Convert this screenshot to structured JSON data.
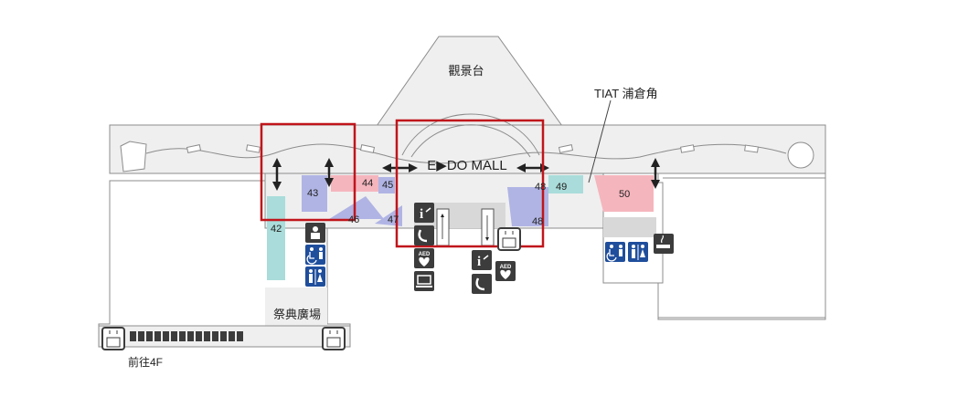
{
  "labels": {
    "observation_deck": "觀景台",
    "tiat": "TIAT 浦倉角",
    "edo_mall": "E▶DO MALL",
    "festival_plaza": "祭典廣場",
    "to_4f": "前往4F"
  },
  "gates": {
    "g42": "42",
    "g43": "43",
    "g44": "44",
    "g45": "45",
    "g46": "46",
    "g47": "47",
    "g48a": "48",
    "g48b": "48",
    "g49": "49",
    "g50": "50"
  },
  "icons": {
    "aed": "AED",
    "info": "i"
  },
  "colors": {
    "floor": "#efefef",
    "outline": "#8c8c8c",
    "teal": "#a9dcda",
    "lavender": "#b0b4e4",
    "pink": "#f5b5bd",
    "highlight": "#c0151b",
    "icon_dark": "#3c3c3c",
    "icon_blue": "#1f4e9c"
  }
}
